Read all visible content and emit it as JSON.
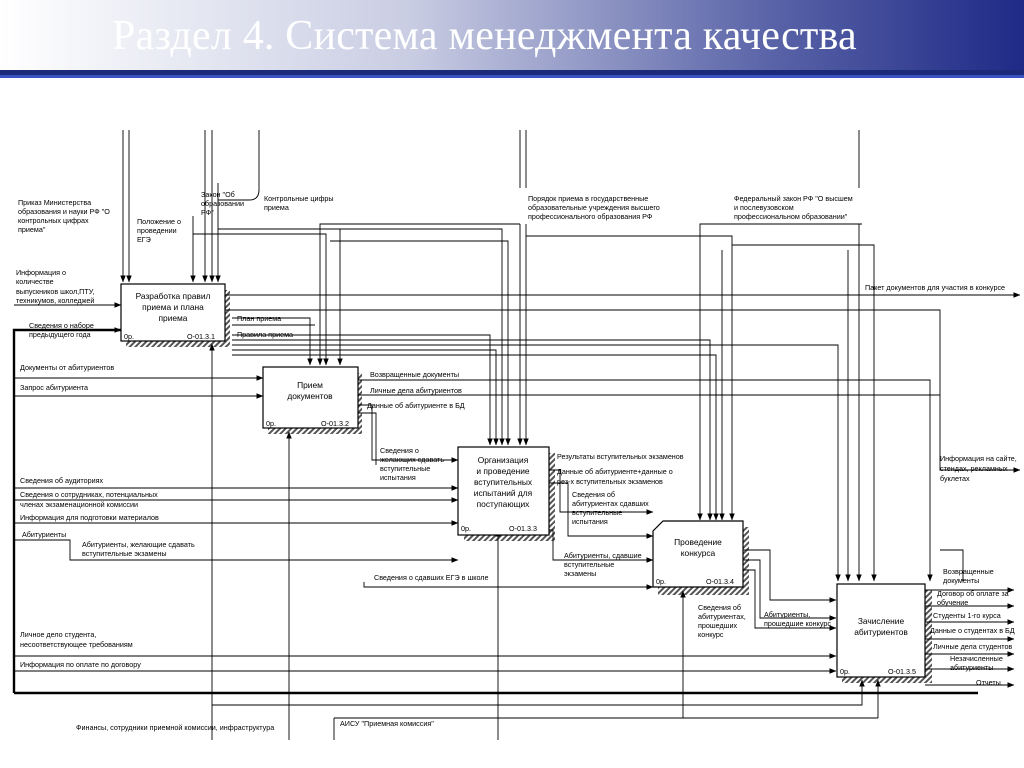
{
  "page": {
    "title": "Раздел 4. Система менеджмента качества"
  },
  "boxes": [
    {
      "title": [
        "Разработка правил",
        "приема и плана",
        "приема"
      ],
      "cost": "0р.",
      "node": "О-01.3.1"
    },
    {
      "title": [
        "Прием",
        "документов"
      ],
      "cost": "0р.",
      "node": "О-01.3.2"
    },
    {
      "title": [
        "Организация",
        "и проведение",
        "вступительных",
        "испытаний для",
        "поступающих"
      ],
      "cost": "0р.",
      "node": "О-01.3.3"
    },
    {
      "title": [
        "Проведение",
        "конкурса"
      ],
      "cost": "0р.",
      "node": "О-01.3.4"
    },
    {
      "title": [
        "Зачисление",
        "абитуриентов"
      ],
      "cost": "0р.",
      "node": "О-01.3.5"
    }
  ],
  "controls": {
    "prikaz": [
      "Приказ Министерства",
      "образования и науки РФ \"О",
      "контрольных цифрах",
      "приема\""
    ],
    "polozhenie": [
      "Положение о",
      "проведении",
      "ЕГЭ"
    ],
    "zakon": [
      "Закон \"Об",
      "образовании",
      "РФ\""
    ],
    "kontrol_cifry": [
      "Контрольные цифры",
      "приема"
    ],
    "poryadok": [
      "Порядок приема в государственные",
      "образовательные учреждения высшего",
      "профессионального образования РФ"
    ],
    "fed_zakon": [
      "Федеральный закон РФ \"О высшем",
      "и послевузовском",
      "профессиональном образовании\""
    ]
  },
  "inputs": {
    "info_vypusk": [
      "Информация о",
      "количестве",
      "выпускников школ,ПТУ,",
      "техникумов, колледжей"
    ],
    "nabor": [
      "Сведения о наборе",
      "предыдущего года"
    ],
    "docs_abit": "Документы от абитуриентов",
    "zapros": "Запрос абитуриента",
    "auditorii": "Сведения об аудиториях",
    "sotrudniki": [
      "Сведения о сотрудниках, потенциальных",
      "членах экзаменационной комиссии"
    ],
    "podgotovka": "Информация для подготовки материалов",
    "abiturienty": "Абитуриенты",
    "lichnoe_delo": [
      "Личное дело студента,",
      "несоответствующее требованиям"
    ],
    "oplata_info": "Информация по оплате по договору"
  },
  "flows": {
    "plan_priema": "План приема",
    "pravila_priema": "Правила приема",
    "vozvr_docs": "Возвращенные документы",
    "lichnye_dela": "Личные дела абитуриентов",
    "dannye_bd": "Данные об абитуриенте в БД",
    "svedeniya_zhelayushih": [
      "Сведения о",
      "желающих сдавать",
      "вступительные",
      "испытания"
    ],
    "abit_zhelayushie": [
      "Абитуриенты, желающие сдавать",
      "вступительные экзамены"
    ],
    "rezultaty": "Результаты вступительных экзаменов",
    "dannye_rez": [
      "Данные об абитуриенте+данные о",
      "рез-х вступительных экзаменов"
    ],
    "svedeniya_sdavshih": [
      "Сведения об",
      "абитуриентах сдавших",
      "вступительные",
      "испытания"
    ],
    "abit_sdavshie": [
      "Абитуриенты, сдавшие",
      "вступительные",
      "экзамены"
    ],
    "ege_school": "Сведения о сдавших ЕГЭ в школе",
    "svedeniya_proshedshih": [
      "Сведения об",
      "абитуриентах,",
      "прошедших",
      "конкурс"
    ],
    "abit_proshedshie": [
      "Абитуриенты,",
      "прошедшие конкурс"
    ]
  },
  "outputs": {
    "paket": "Пакет документов для участия в конкурсе",
    "info_site": [
      "Информация на сайте,",
      "стендах, рекламных",
      "буклетах"
    ],
    "vozvr": [
      "Возвращенные",
      "документы"
    ],
    "dogovor": [
      "Договор об оплате за",
      "обучение"
    ],
    "studenty": "Студенты 1-го курса",
    "dannye_stud": "Данные о студентах в БД",
    "lichnye_dela_stud": "Личные дела студентов",
    "nezachislennye": [
      "Незачисленные",
      "абитуриенты"
    ],
    "otchety": "Отчеты"
  },
  "mechanisms": {
    "finansy": "Финансы, сотрудники приемной комиссии, инфраструктура",
    "aisu": "АИСУ \"Приемная комиссия\""
  }
}
